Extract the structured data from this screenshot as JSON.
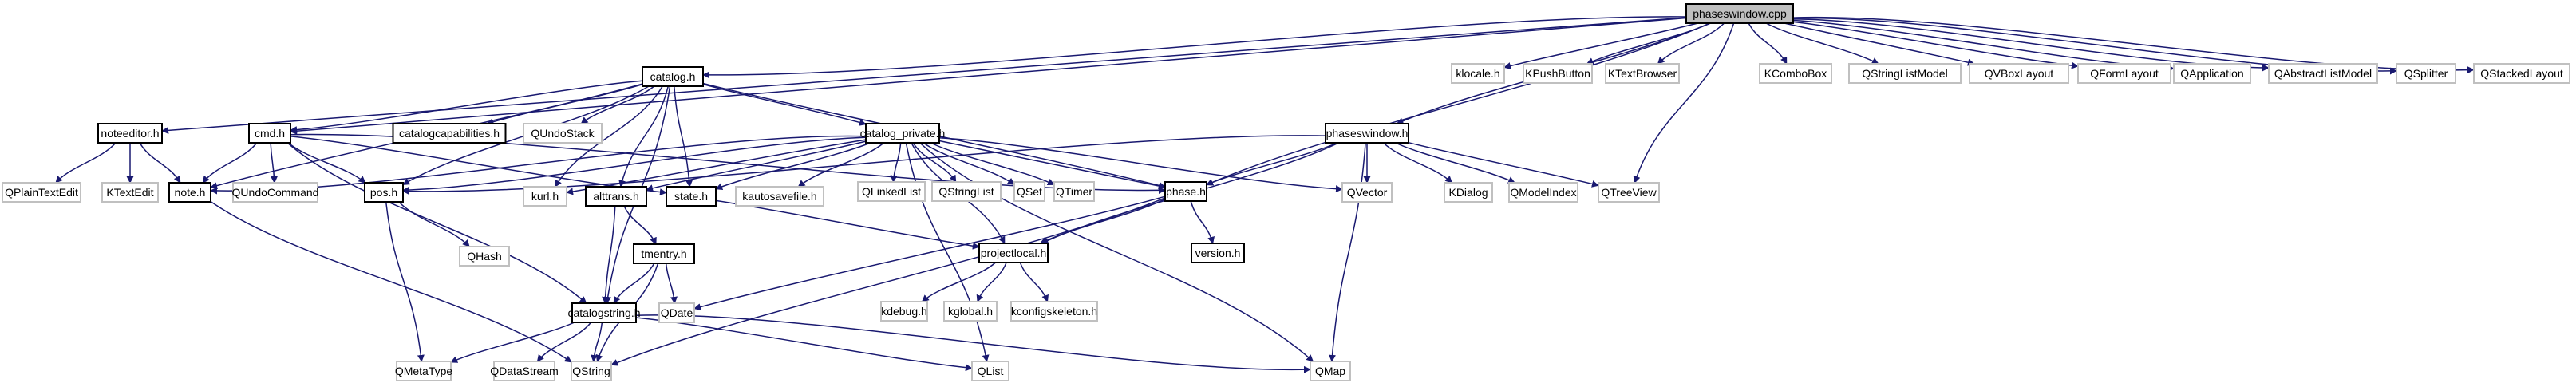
{
  "title": "phaseswindow.cpp include dependency graph",
  "colors": {
    "edge": "#191970",
    "root_fill": "#bfbfbf",
    "local_border": "#000000",
    "external_border": "#c0c0c0"
  },
  "nodes": [
    {
      "id": "phaseswindow_cpp",
      "label": "phaseswindow.cpp",
      "kind": "root"
    },
    {
      "id": "noteeditor_h",
      "label": "noteeditor.h",
      "kind": "local"
    },
    {
      "id": "catalog_h",
      "label": "catalog.h",
      "kind": "local"
    },
    {
      "id": "cmd_h",
      "label": "cmd.h",
      "kind": "local"
    },
    {
      "id": "catalogcapabilities_h",
      "label": "catalogcapabilities.h",
      "kind": "local"
    },
    {
      "id": "QUndoStack",
      "label": "QUndoStack",
      "kind": "external"
    },
    {
      "id": "catalog_private_h",
      "label": "catalog_private.h",
      "kind": "local"
    },
    {
      "id": "phaseswindow_h",
      "label": "phaseswindow.h",
      "kind": "local"
    },
    {
      "id": "klocale_h",
      "label": "klocale.h",
      "kind": "external"
    },
    {
      "id": "KPushButton",
      "label": "KPushButton",
      "kind": "external"
    },
    {
      "id": "KTextBrowser",
      "label": "KTextBrowser",
      "kind": "external"
    },
    {
      "id": "KComboBox",
      "label": "KComboBox",
      "kind": "external"
    },
    {
      "id": "QStringListModel",
      "label": "QStringListModel",
      "kind": "external"
    },
    {
      "id": "QVBoxLayout",
      "label": "QVBoxLayout",
      "kind": "external"
    },
    {
      "id": "QFormLayout",
      "label": "QFormLayout",
      "kind": "external"
    },
    {
      "id": "QApplication",
      "label": "QApplication",
      "kind": "external"
    },
    {
      "id": "QAbstractListModel",
      "label": "QAbstractListModel",
      "kind": "external"
    },
    {
      "id": "QSplitter",
      "label": "QSplitter",
      "kind": "external"
    },
    {
      "id": "QStackedLayout",
      "label": "QStackedLayout",
      "kind": "external"
    },
    {
      "id": "QPlainTextEdit",
      "label": "QPlainTextEdit",
      "kind": "external"
    },
    {
      "id": "KTextEdit",
      "label": "KTextEdit",
      "kind": "external"
    },
    {
      "id": "note_h",
      "label": "note.h",
      "kind": "local"
    },
    {
      "id": "QUndoCommand",
      "label": "QUndoCommand",
      "kind": "external"
    },
    {
      "id": "pos_h",
      "label": "pos.h",
      "kind": "local"
    },
    {
      "id": "kurl_h",
      "label": "kurl.h",
      "kind": "external"
    },
    {
      "id": "alttrans_h",
      "label": "alttrans.h",
      "kind": "local"
    },
    {
      "id": "state_h",
      "label": "state.h",
      "kind": "local"
    },
    {
      "id": "kautosavefile_h",
      "label": "kautosavefile.h",
      "kind": "external"
    },
    {
      "id": "QLinkedList",
      "label": "QLinkedList",
      "kind": "external"
    },
    {
      "id": "QStringList",
      "label": "QStringList",
      "kind": "external"
    },
    {
      "id": "QSet",
      "label": "QSet",
      "kind": "external"
    },
    {
      "id": "QTimer",
      "label": "QTimer",
      "kind": "external"
    },
    {
      "id": "phase_h",
      "label": "phase.h",
      "kind": "local"
    },
    {
      "id": "QVector",
      "label": "QVector",
      "kind": "external"
    },
    {
      "id": "KDialog",
      "label": "KDialog",
      "kind": "external"
    },
    {
      "id": "QModelIndex",
      "label": "QModelIndex",
      "kind": "external"
    },
    {
      "id": "QTreeView",
      "label": "QTreeView",
      "kind": "external"
    },
    {
      "id": "QHash",
      "label": "QHash",
      "kind": "external"
    },
    {
      "id": "tmentry_h",
      "label": "tmentry.h",
      "kind": "local"
    },
    {
      "id": "projectlocal_h",
      "label": "projectlocal.h",
      "kind": "local"
    },
    {
      "id": "version_h",
      "label": "version.h",
      "kind": "local"
    },
    {
      "id": "catalogstring_h",
      "label": "catalogstring.h",
      "kind": "local"
    },
    {
      "id": "QDate",
      "label": "QDate",
      "kind": "external"
    },
    {
      "id": "kdebug_h",
      "label": "kdebug.h",
      "kind": "external"
    },
    {
      "id": "kglobal_h",
      "label": "kglobal.h",
      "kind": "external"
    },
    {
      "id": "kconfigskeleton_h",
      "label": "kconfigskeleton.h",
      "kind": "external"
    },
    {
      "id": "QMetaType",
      "label": "QMetaType",
      "kind": "external"
    },
    {
      "id": "QDataStream",
      "label": "QDataStream",
      "kind": "external"
    },
    {
      "id": "QString",
      "label": "QString",
      "kind": "external"
    },
    {
      "id": "QList",
      "label": "QList",
      "kind": "external"
    },
    {
      "id": "QMap",
      "label": "QMap",
      "kind": "external"
    }
  ],
  "edges": [
    [
      "phaseswindow_cpp",
      "noteeditor_h"
    ],
    [
      "phaseswindow_cpp",
      "catalog_h"
    ],
    [
      "phaseswindow_cpp",
      "cmd_h"
    ],
    [
      "phaseswindow_cpp",
      "phase_h"
    ],
    [
      "phaseswindow_cpp",
      "phaseswindow_h"
    ],
    [
      "phaseswindow_cpp",
      "QTreeView"
    ],
    [
      "phaseswindow_cpp",
      "klocale_h"
    ],
    [
      "phaseswindow_cpp",
      "KPushButton"
    ],
    [
      "phaseswindow_cpp",
      "KTextBrowser"
    ],
    [
      "phaseswindow_cpp",
      "KComboBox"
    ],
    [
      "phaseswindow_cpp",
      "QStringListModel"
    ],
    [
      "phaseswindow_cpp",
      "QVBoxLayout"
    ],
    [
      "phaseswindow_cpp",
      "QFormLayout"
    ],
    [
      "phaseswindow_cpp",
      "QApplication"
    ],
    [
      "phaseswindow_cpp",
      "QAbstractListModel"
    ],
    [
      "phaseswindow_cpp",
      "QSplitter"
    ],
    [
      "phaseswindow_cpp",
      "QStackedLayout"
    ],
    [
      "noteeditor_h",
      "QPlainTextEdit"
    ],
    [
      "noteeditor_h",
      "KTextEdit"
    ],
    [
      "noteeditor_h",
      "note_h"
    ],
    [
      "catalog_h",
      "cmd_h"
    ],
    [
      "catalog_h",
      "note_h"
    ],
    [
      "catalog_h",
      "pos_h"
    ],
    [
      "catalog_h",
      "catalogcapabilities_h"
    ],
    [
      "catalog_h",
      "QUndoStack"
    ],
    [
      "catalog_h",
      "catalog_private_h"
    ],
    [
      "catalog_h",
      "kurl_h"
    ],
    [
      "catalog_h",
      "alttrans_h"
    ],
    [
      "catalog_h",
      "state_h"
    ],
    [
      "catalog_h",
      "phase_h"
    ],
    [
      "catalog_h",
      "catalogstring_h"
    ],
    [
      "cmd_h",
      "note_h"
    ],
    [
      "cmd_h",
      "QUndoCommand"
    ],
    [
      "cmd_h",
      "pos_h"
    ],
    [
      "cmd_h",
      "catalogstring_h"
    ],
    [
      "cmd_h",
      "phase_h"
    ],
    [
      "cmd_h",
      "state_h"
    ],
    [
      "catalog_private_h",
      "note_h"
    ],
    [
      "catalog_private_h",
      "pos_h"
    ],
    [
      "catalog_private_h",
      "kurl_h"
    ],
    [
      "catalog_private_h",
      "alttrans_h"
    ],
    [
      "catalog_private_h",
      "state_h"
    ],
    [
      "catalog_private_h",
      "kautosavefile_h"
    ],
    [
      "catalog_private_h",
      "QLinkedList"
    ],
    [
      "catalog_private_h",
      "QStringList"
    ],
    [
      "catalog_private_h",
      "QSet"
    ],
    [
      "catalog_private_h",
      "QTimer"
    ],
    [
      "catalog_private_h",
      "phase_h"
    ],
    [
      "catalog_private_h",
      "QVector"
    ],
    [
      "catalog_private_h",
      "projectlocal_h"
    ],
    [
      "catalog_private_h",
      "QList"
    ],
    [
      "catalog_private_h",
      "QMap"
    ],
    [
      "phaseswindow_h",
      "phase_h"
    ],
    [
      "phaseswindow_h",
      "QVector"
    ],
    [
      "phaseswindow_h",
      "KDialog"
    ],
    [
      "phaseswindow_h",
      "QModelIndex"
    ],
    [
      "phaseswindow_h",
      "QTreeView"
    ],
    [
      "phaseswindow_h",
      "QMap"
    ],
    [
      "phaseswindow_h",
      "pos_h"
    ],
    [
      "phaseswindow_h",
      "projectlocal_h"
    ],
    [
      "pos_h",
      "QHash"
    ],
    [
      "pos_h",
      "QMetaType"
    ],
    [
      "note_h",
      "QString"
    ],
    [
      "alttrans_h",
      "tmentry_h"
    ],
    [
      "alttrans_h",
      "catalogstring_h"
    ],
    [
      "state_h",
      "projectlocal_h"
    ],
    [
      "tmentry_h",
      "catalogstring_h"
    ],
    [
      "tmentry_h",
      "QDate"
    ],
    [
      "tmentry_h",
      "QString"
    ],
    [
      "phase_h",
      "projectlocal_h"
    ],
    [
      "phase_h",
      "version_h"
    ],
    [
      "phase_h",
      "QDate"
    ],
    [
      "phase_h",
      "QString"
    ],
    [
      "projectlocal_h",
      "kdebug_h"
    ],
    [
      "projectlocal_h",
      "kglobal_h"
    ],
    [
      "projectlocal_h",
      "kconfigskeleton_h"
    ],
    [
      "catalogstring_h",
      "QMetaType"
    ],
    [
      "catalogstring_h",
      "QDataStream"
    ],
    [
      "catalogstring_h",
      "QString"
    ],
    [
      "catalogstring_h",
      "QList"
    ],
    [
      "catalogstring_h",
      "QMap"
    ]
  ]
}
